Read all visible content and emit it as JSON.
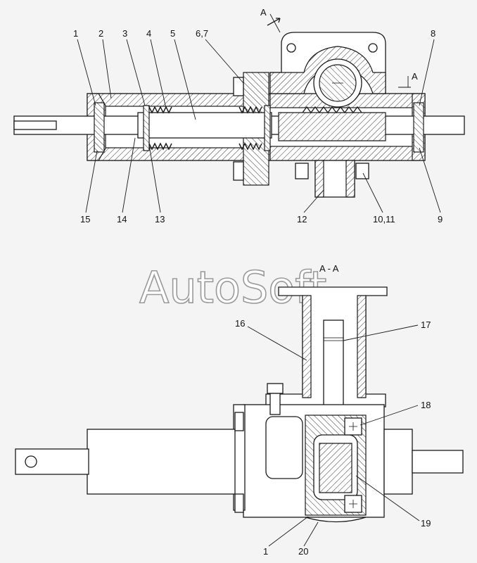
{
  "watermark": "AutoSoft",
  "view_a_marker_top": "A",
  "view_a_marker_side": "A",
  "section_title": "A - A",
  "callouts_top": [
    "1",
    "2",
    "3",
    "4",
    "5",
    "6,7",
    "8",
    "15",
    "14",
    "13",
    "12",
    "10,11",
    "9"
  ],
  "callouts_bottom": [
    "16",
    "17",
    "18",
    "19",
    "1",
    "20"
  ]
}
